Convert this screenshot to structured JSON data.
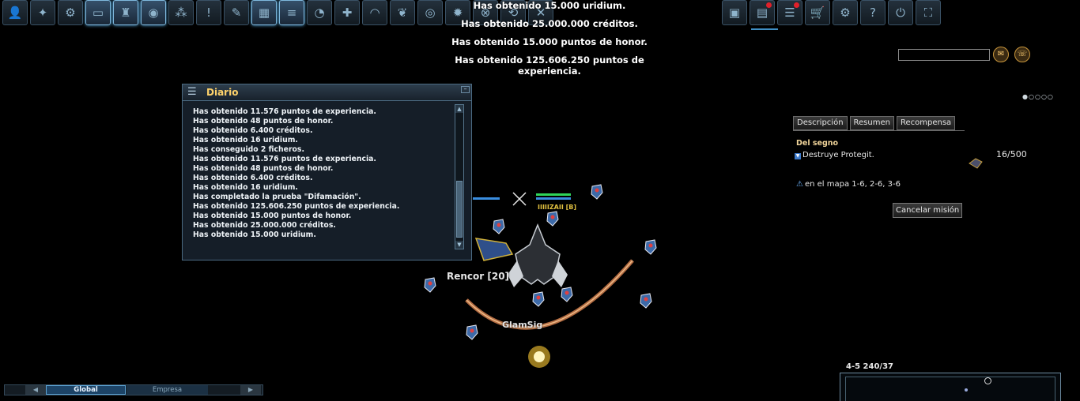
{
  "toolbar_left": [
    {
      "icon": "user-icon",
      "glyph": "👤",
      "active": false
    },
    {
      "icon": "rocket-icon",
      "glyph": "✦",
      "active": false
    },
    {
      "icon": "hangar-icon",
      "glyph": "⚙",
      "active": false
    },
    {
      "icon": "screen-icon",
      "glyph": "▭",
      "active": true
    },
    {
      "icon": "clan-icon",
      "glyph": "♜",
      "active": true
    },
    {
      "icon": "galaxy-gate-icon",
      "glyph": "◉",
      "active": true
    },
    {
      "icon": "group-icon",
      "glyph": "⁂",
      "active": false
    },
    {
      "icon": "alert-icon",
      "glyph": "!",
      "active": false
    },
    {
      "icon": "tools-icon",
      "glyph": "✎",
      "active": false
    },
    {
      "icon": "map-icon",
      "glyph": "▦",
      "active": true
    },
    {
      "icon": "log-icon",
      "glyph": "≡",
      "active": true
    },
    {
      "icon": "pilot-icon",
      "glyph": "◔",
      "active": false
    },
    {
      "icon": "add-user-icon",
      "glyph": "✚",
      "active": false
    },
    {
      "icon": "speed-icon",
      "glyph": "◠",
      "active": false
    },
    {
      "icon": "wings-icon",
      "glyph": "❦",
      "active": false
    },
    {
      "icon": "eye-icon",
      "glyph": "◎",
      "active": false
    },
    {
      "icon": "settings-cog-icon",
      "glyph": "✹",
      "active": false
    },
    {
      "icon": "gate-icon",
      "glyph": "⊗",
      "active": false
    },
    {
      "icon": "sync-icon",
      "glyph": "⟲",
      "active": false
    },
    {
      "icon": "cross-icon",
      "glyph": "✕",
      "active": false
    }
  ],
  "toolbar_right": [
    {
      "icon": "box-icon",
      "glyph": "▣",
      "notif": false
    },
    {
      "icon": "quest-icon",
      "glyph": "▤",
      "notif": true
    },
    {
      "icon": "list-icon",
      "glyph": "☰",
      "notif": true
    },
    {
      "icon": "shop-icon",
      "glyph": "🛒",
      "notif": false
    },
    {
      "icon": "gear-icon",
      "glyph": "⚙",
      "notif": false
    },
    {
      "icon": "help-icon",
      "glyph": "?",
      "notif": false
    },
    {
      "icon": "power-icon",
      "glyph": "⏻",
      "notif": false
    },
    {
      "icon": "fullscreen-icon",
      "glyph": "⛶",
      "notif": false
    }
  ],
  "rewards": [
    "Has obtenido 15.000 uridium.",
    "Has obtenido 25.000.000 créditos.",
    "Has obtenido 15.000 puntos de honor.",
    "Has obtenido 125.606.250 puntos de experiencia."
  ],
  "diario": {
    "title": "Diario",
    "lines": [
      "Has obtenido 11.576 puntos de experiencia.",
      "Has obtenido 48 puntos de honor.",
      "Has obtenido 6.400 créditos.",
      "Has obtenido 16 uridium.",
      "Has conseguido 2 ficheros.",
      "Has obtenido 11.576 puntos de experiencia.",
      "Has obtenido 48 puntos de honor.",
      "Has obtenido 6.400 créditos.",
      "Has obtenido 16 uridium.",
      "Has completado la prueba \"Difamación\".",
      "Has obtenido 125.606.250 puntos de experiencia.",
      "Has obtenido 15.000 puntos de honor.",
      "Has obtenido 25.000.000 créditos.",
      "Has obtenido 15.000 uridium."
    ]
  },
  "quest": {
    "tabs": [
      "Descripción",
      "Resumen",
      "Recompensa"
    ],
    "name": "Del segno",
    "task": "Destruye Protegit.",
    "progress": "16/500",
    "maps": "en el mapa 1-6, 2-6, 3-6",
    "cancel_label": "Cancelar misión"
  },
  "scene": {
    "player_name": "Rencor [20]",
    "other_name": "GlamSig",
    "ship_tag": "IIIIIZAII [B]"
  },
  "minimap": {
    "label": "4-5  240/37"
  },
  "chat": {
    "tabs": [
      "Global",
      "Empresa"
    ],
    "left_arrow": "◀",
    "right_arrow": "▶"
  },
  "colors": {
    "accent": "#5ab0e8",
    "title_gold": "#ffd36b",
    "notif_red": "#e0202a"
  }
}
